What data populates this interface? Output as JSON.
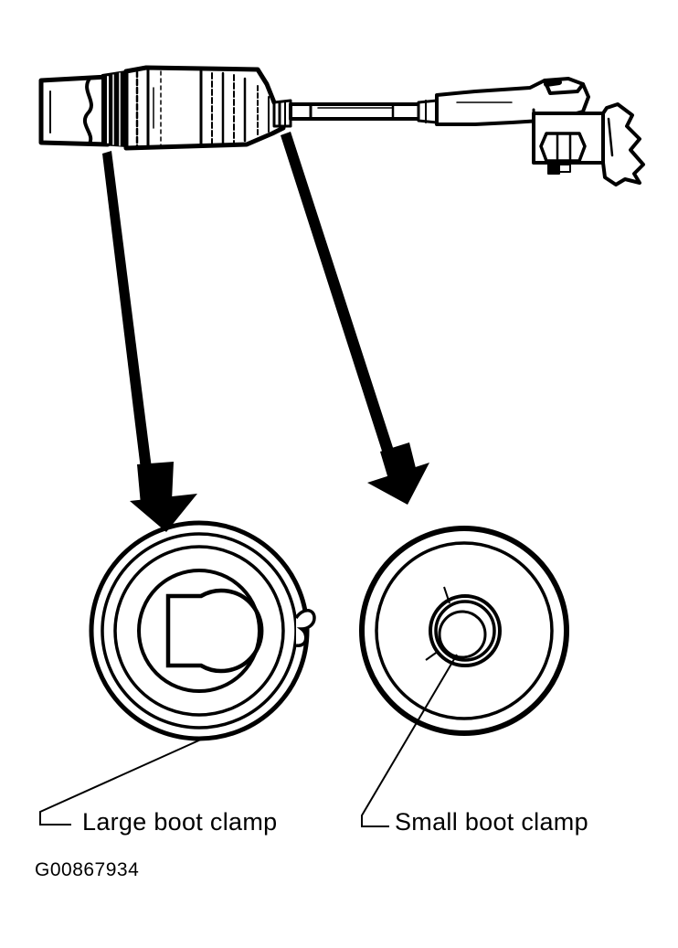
{
  "labels": {
    "large_boot_clamp": "Large boot clamp",
    "small_boot_clamp": "Small boot clamp"
  },
  "figure_id": "G00867934",
  "colors": {
    "ink": "#000000",
    "paper": "#ffffff"
  }
}
